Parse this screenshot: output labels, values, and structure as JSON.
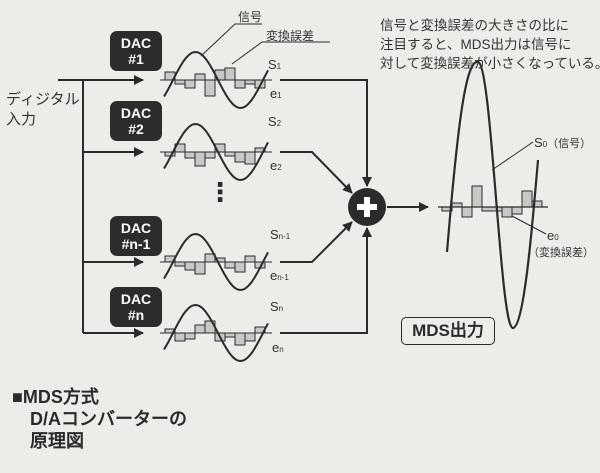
{
  "note": {
    "lines": [
      "信号と変換誤差の大きさの比に",
      "注目すると、MDS出力は信号に",
      "対して変換誤差が小さくなっている。"
    ]
  },
  "input_label": [
    "ディジタル",
    "入力"
  ],
  "dacs": [
    {
      "line1": "DAC",
      "line2": "#1",
      "s": "S",
      "s_sub": "1",
      "e": "e",
      "e_sub": "1"
    },
    {
      "line1": "DAC",
      "line2": "#2",
      "s": "S",
      "s_sub": "2",
      "e": "e",
      "e_sub": "2"
    },
    {
      "line1": "DAC",
      "line2": "#n-1",
      "s": "S",
      "s_sub": "n-1",
      "e": "e",
      "e_sub": "n-1"
    },
    {
      "line1": "DAC",
      "line2": "#n",
      "s": "S",
      "s_sub": "n",
      "e": "e",
      "e_sub": "n"
    }
  ],
  "signal_label": "信号",
  "error_label": "変換誤差",
  "ellipsis": "⋮",
  "sum_symbol": "+",
  "output": {
    "s0": "S",
    "s0_sub": "0",
    "s0_desc": "（信号）",
    "e0": "e",
    "e0_sub": "0",
    "e0_desc": "（変換誤差）",
    "box_label": "MDS出力"
  },
  "caption": {
    "bullet": "■",
    "line1": "MDS方式",
    "line2": "D/Aコンバーターの",
    "line3": "原理図"
  }
}
